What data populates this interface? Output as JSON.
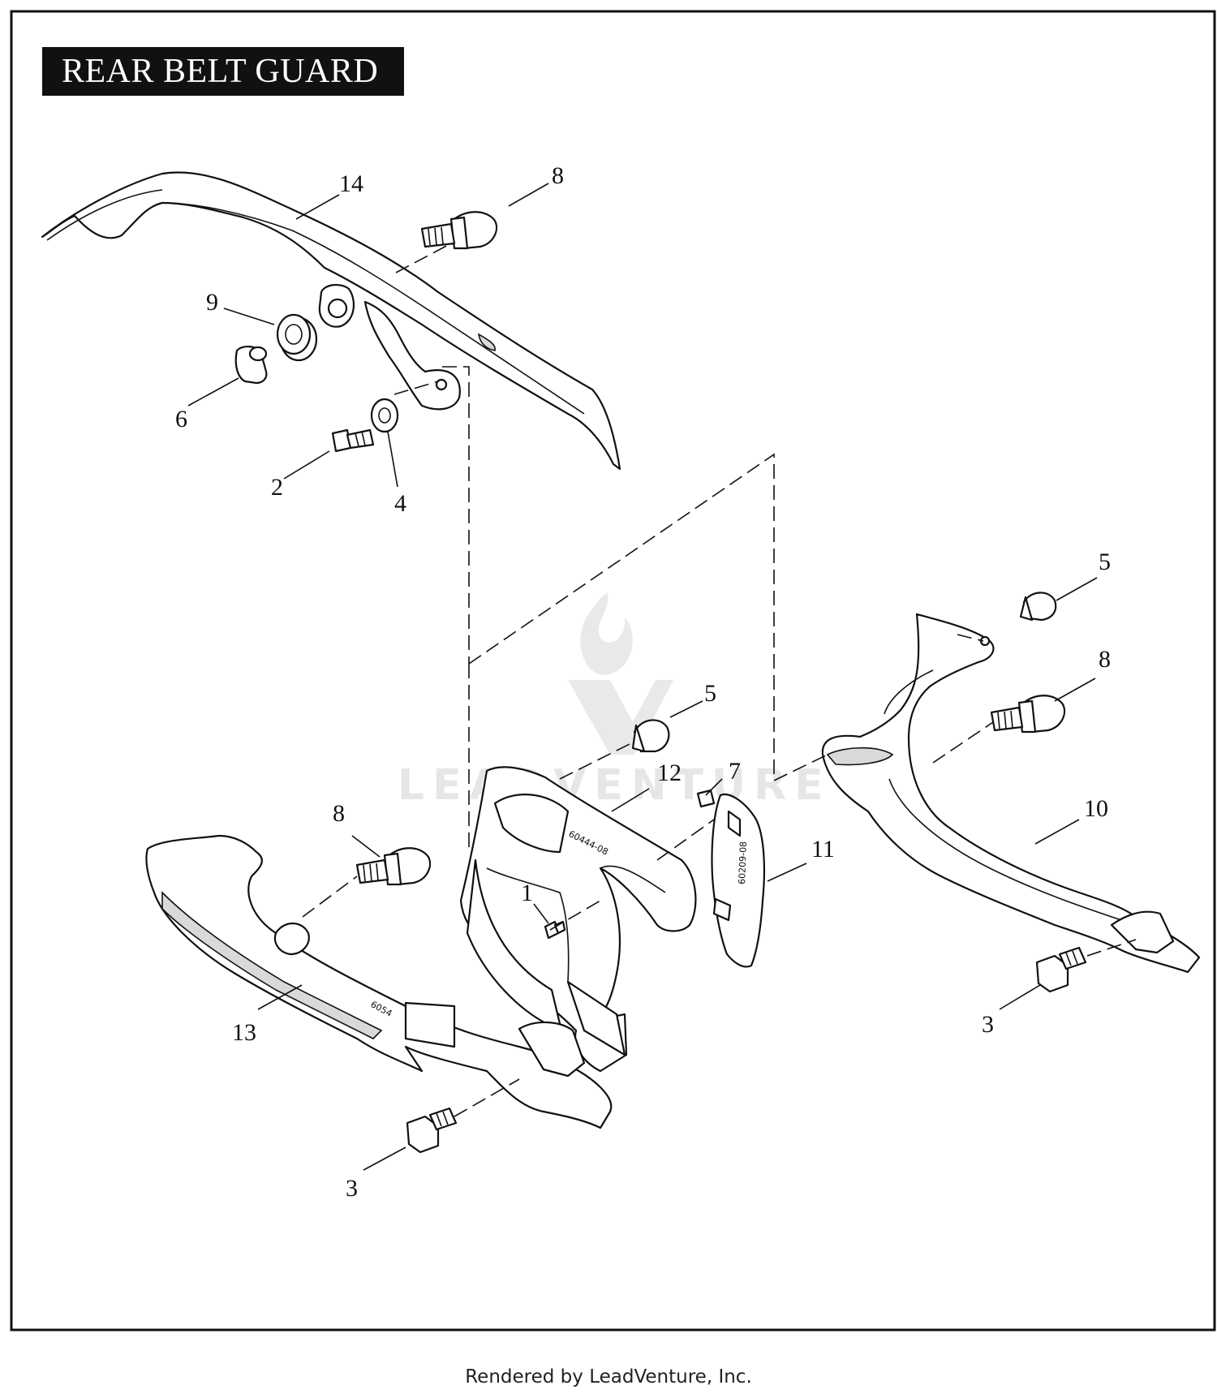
{
  "title": "REAR BELT GUARD",
  "footer": "Rendered by LeadVenture, Inc.",
  "watermark": "LEADVENTURE",
  "callouts": {
    "c14": "14",
    "c8a": "8",
    "c9": "9",
    "c6": "6",
    "c2": "2",
    "c4": "4",
    "c5a": "5",
    "c8b": "8",
    "c5b": "5",
    "c12": "12",
    "c7": "7",
    "c11": "11",
    "c10": "10",
    "c8c": "8",
    "c1": "1",
    "c13": "13",
    "c3a": "3",
    "c3b": "3"
  },
  "part_stamps": {
    "s12": "60444-08",
    "s11": "60209-08",
    "s13": "6054"
  }
}
